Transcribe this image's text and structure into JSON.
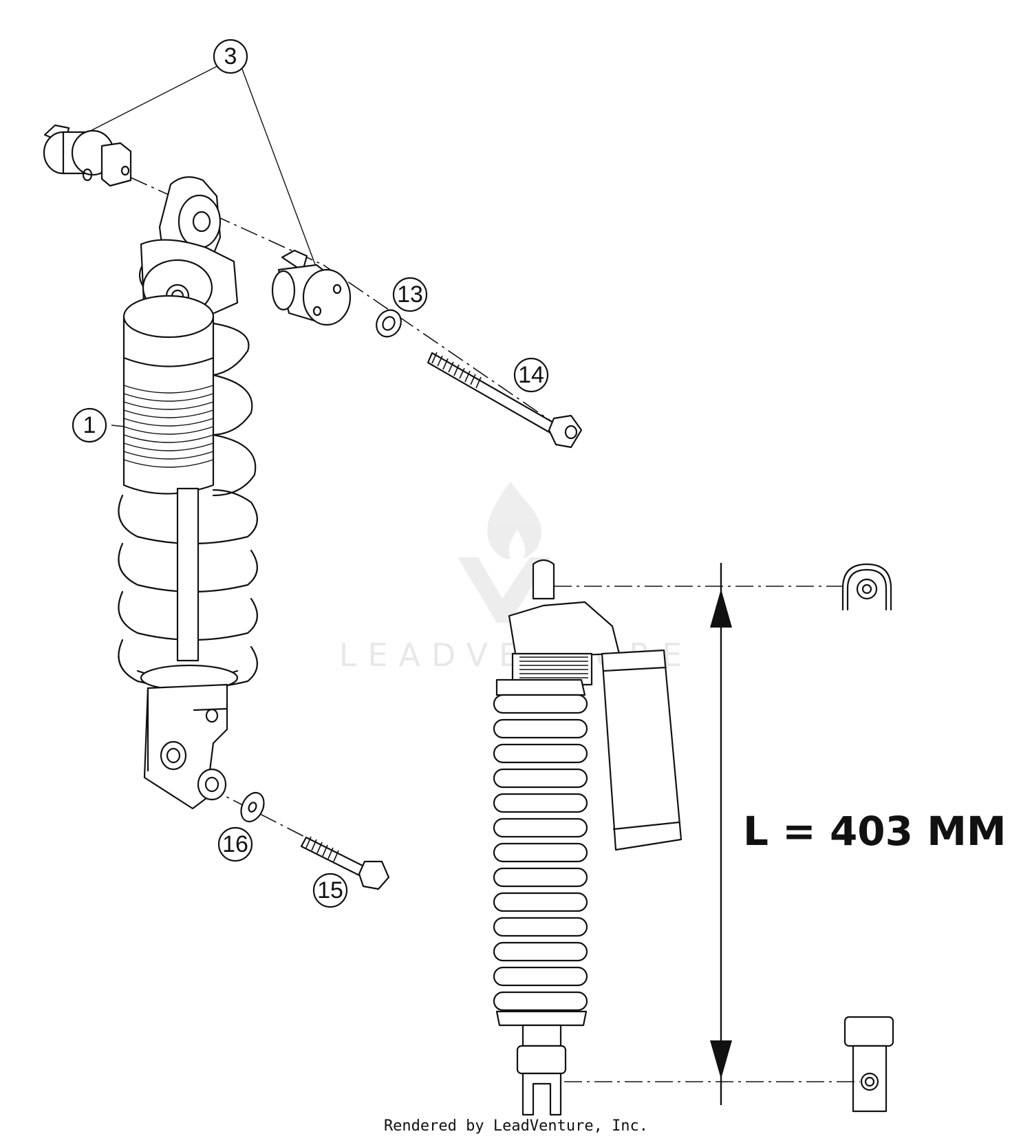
{
  "callouts": [
    {
      "id": "c1",
      "label": "1"
    },
    {
      "id": "c3",
      "label": "3"
    },
    {
      "id": "c13",
      "label": "13"
    },
    {
      "id": "c14",
      "label": "14"
    },
    {
      "id": "c15",
      "label": "15"
    },
    {
      "id": "c16",
      "label": "16"
    }
  ],
  "dimension": {
    "label": "L = 403 MM"
  },
  "watermark": {
    "text": "LEADVENTURE"
  },
  "footer": {
    "credit": "Rendered by LeadVenture, Inc."
  }
}
